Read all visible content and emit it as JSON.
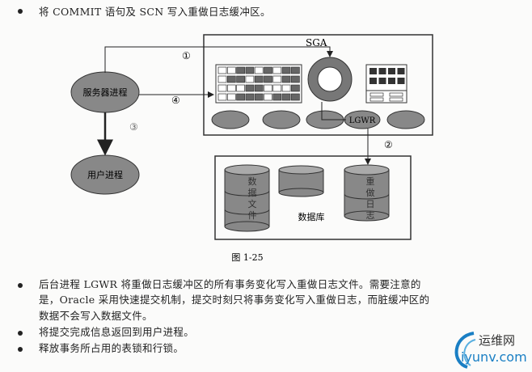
{
  "intro_bullet": "将 COMMIT 语句及 SCN 写入重做日志缓冲区。",
  "diagram": {
    "sga_label": "SGA",
    "server_process": "服务器进程",
    "user_process": "用户进程",
    "lgwr": "LGWR",
    "step1": "①",
    "step2": "②",
    "step3": "③",
    "step4": "④",
    "data_file": "数据文件",
    "redo_log": "重做日志",
    "database": "数据库",
    "caption": "图 1-25"
  },
  "bullets": [
    {
      "lines": [
        "后台进程 LGWR 将重做日志缓冲区的所有事务变化写入重做日志文件。需要注意的",
        "是，Oracle 采用快速提交机制，提交时刻只将事务变化写入重做日志，而脏缓冲区的",
        "数据不会写入数据文件。"
      ]
    },
    {
      "lines": [
        "将提交完成信息返回到用户进程。"
      ]
    },
    {
      "lines": [
        "释放事务所占用的表锁和行锁。"
      ]
    }
  ],
  "watermark": {
    "cn": "运维网",
    "en": "iyunv.com",
    "color": "#1a7fc4"
  }
}
